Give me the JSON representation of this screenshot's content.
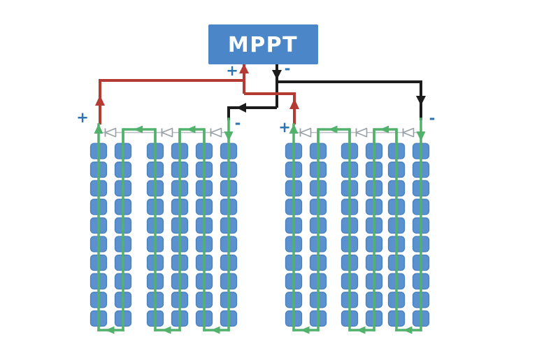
{
  "mppt": {
    "label": "MPPT",
    "positive_terminal_label": "+",
    "negative_terminal_label": "-"
  },
  "panels": [
    {
      "id": "left-array",
      "positive_terminal_label": "+",
      "negative_terminal_label": "-",
      "columns": 6,
      "cells_per_column": 10,
      "bypass_diode_count": 3,
      "series_bridge_count": 2,
      "bottom_link_count": 3,
      "current_arrow_direction": "left"
    },
    {
      "id": "right-array",
      "positive_terminal_label": "+",
      "negative_terminal_label": "-",
      "columns": 6,
      "cells_per_column": 10,
      "bypass_diode_count": 3,
      "series_bridge_count": 2,
      "bottom_link_count": 3,
      "current_arrow_direction": "left"
    }
  ],
  "icons": {
    "bypass_diode": "left-pointing-diode-triangle-with-cathode-bar",
    "current_arrow": "solid-triangle",
    "positive_terminal_arrow": "up-triangle",
    "negative_terminal_arrow": "down-triangle"
  },
  "colors": {
    "mppt_fill": "#4a86c8",
    "mppt_text": "#ffffff",
    "cell_fill": "#5b91cf",
    "cell_stroke": "#4a80bc",
    "wire_positive": "#b43a33",
    "wire_negative": "#1c1c1c",
    "wire_string": "#52b26b",
    "diode_stroke": "#9aa0a6",
    "diode_line": "#b8bcc0",
    "terminal_label": "#2d74b5",
    "background": "#ffffff"
  }
}
